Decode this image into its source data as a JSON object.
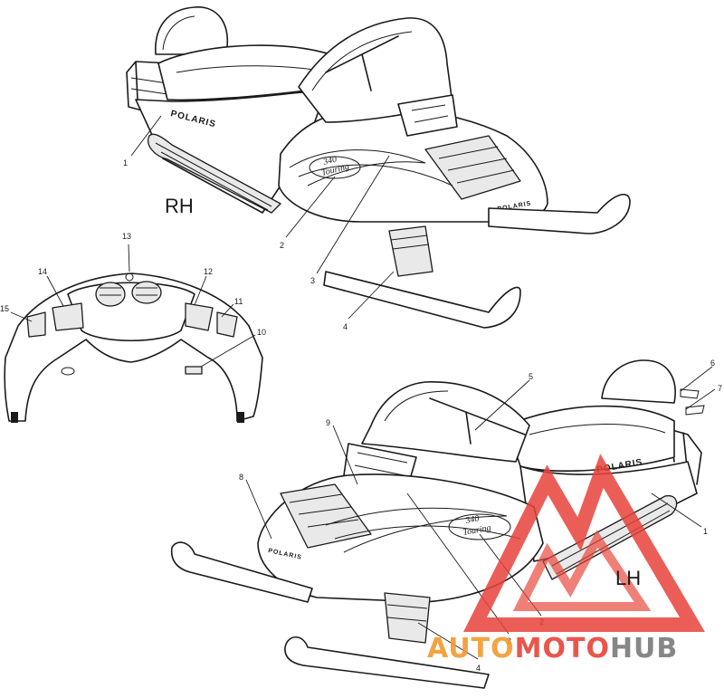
{
  "labels": {
    "rh": "RH",
    "lh": "LH"
  },
  "decals": {
    "brand": "POLARIS",
    "model_line1": "340",
    "model_line2": "Touring"
  },
  "callouts": {
    "rh_1": "1",
    "rh_2": "2",
    "rh_3": "3",
    "rh_4": "4",
    "hood_13": "13",
    "hood_14": "14",
    "hood_12": "12",
    "hood_11": "11",
    "hood_15": "15",
    "hood_10": "10",
    "lh_5": "5",
    "lh_6": "6",
    "lh_7": "7",
    "lh_9": "9",
    "lh_8": "8",
    "lh_1": "1",
    "lh_2": "2",
    "lh_3": "3",
    "lh_4": "4"
  },
  "watermark": {
    "text_a": "AUTO",
    "text_b": "MOTO",
    "text_c": "HUB",
    "color_red": "#e8433a",
    "color_orange": "#f29a2e",
    "color_gray": "#7a7a7a"
  }
}
